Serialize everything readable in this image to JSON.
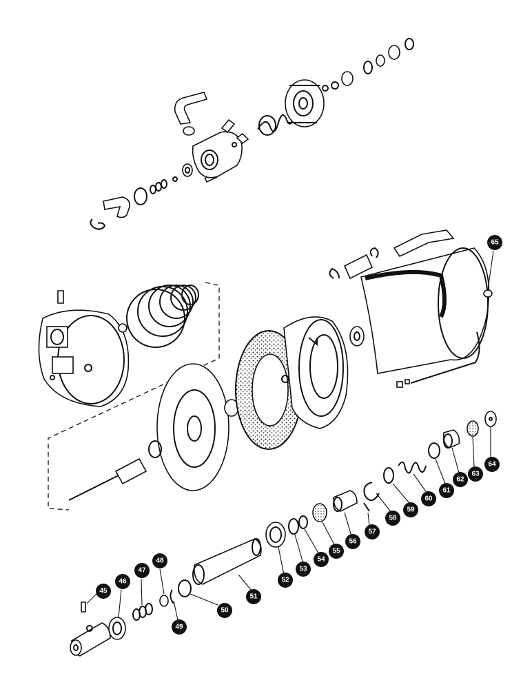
{
  "diagram": {
    "callouts": [
      "45",
      "46",
      "47",
      "48",
      "49",
      "50",
      "51",
      "52",
      "53",
      "54",
      "55",
      "56",
      "57",
      "58",
      "59",
      "60",
      "61",
      "62",
      "63",
      "64",
      "65"
    ]
  }
}
